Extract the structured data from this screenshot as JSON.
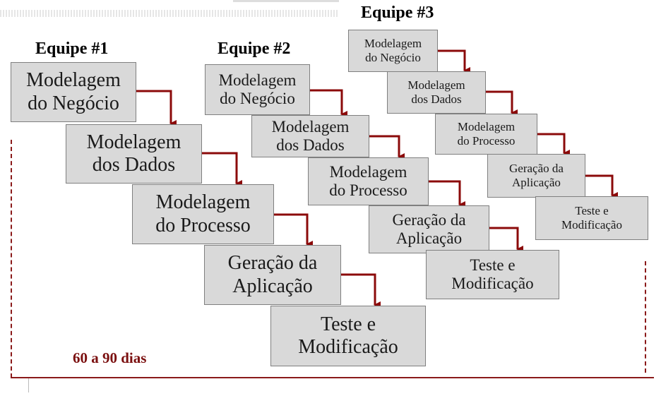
{
  "teams": [
    {
      "title": "Equipe #1",
      "steps": [
        "Modelagem\ndo Negócio",
        "Modelagem\ndos Dados",
        "Modelagem\ndo Processo",
        "Geração da\nAplicação",
        "Teste e\nModificação"
      ]
    },
    {
      "title": "Equipe #2",
      "steps": [
        "Modelagem\ndo Negócio",
        "Modelagem\ndos Dados",
        "Modelagem\ndo Processo",
        "Geração da\nAplicação",
        "Teste e\nModificação"
      ]
    },
    {
      "title": "Equipe #3",
      "steps": [
        "Modelagem\ndo Negócio",
        "Modelagem\ndos Dados",
        "Modelagem\ndo Processo",
        "Geração da\nAplicação",
        "Teste e\nModificação"
      ]
    }
  ],
  "duration": "60 a 90 dias",
  "colors": {
    "arrow": "#8b0a0a",
    "box_fill": "#d9d9d9",
    "duration_text": "#7b1010",
    "timeline": "#8b1a1a"
  }
}
